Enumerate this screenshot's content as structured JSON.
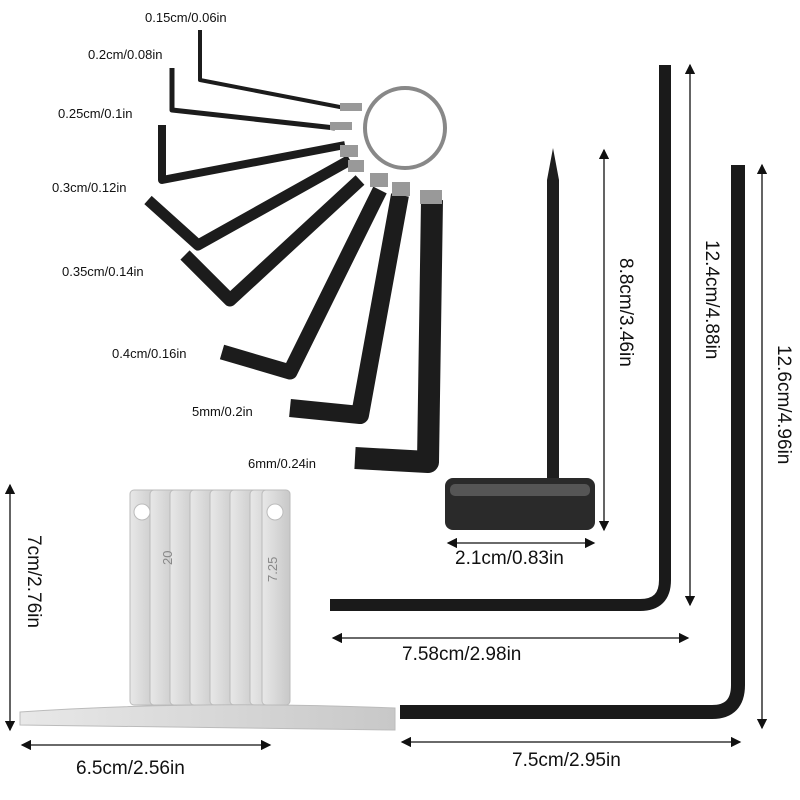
{
  "hex_key_set": {
    "sizes": [
      "0.15cm/0.06in",
      "0.2cm/0.08in",
      "0.25cm/0.1in",
      "0.3cm/0.12in",
      "0.35cm/0.14in",
      "0.4cm/0.16in",
      "5mm/0.2in",
      "6mm/0.24in"
    ]
  },
  "t_wrench": {
    "height": "8.8cm/3.46in",
    "width": "2.1cm/0.83in"
  },
  "long_key_1": {
    "height": "12.4cm/4.88in",
    "width": "7.58cm/2.98in"
  },
  "long_key_2": {
    "height": "12.6cm/4.96in",
    "width": "7.5cm/2.95in"
  },
  "feeler_gauge": {
    "height": "7cm/2.76in",
    "width": "6.5cm/2.56in",
    "blade_marks": [
      "20",
      "7.25"
    ]
  },
  "colors": {
    "metal_dark": "#1a1a1a",
    "metal_light": "#d9d9d9",
    "text": "#111111"
  }
}
